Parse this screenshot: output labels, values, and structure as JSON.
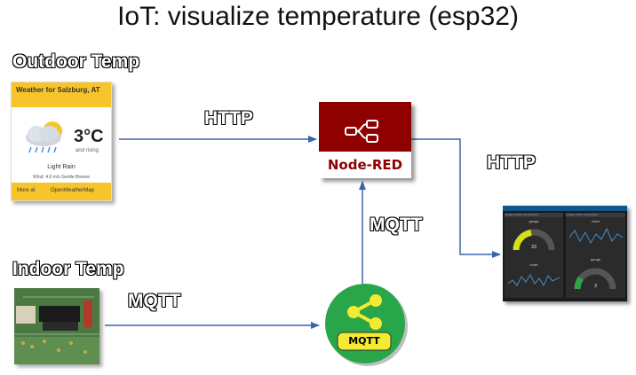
{
  "title": "IoT: visualize temperature (esp32)",
  "labels": {
    "outdoor": "Outdoor Temp",
    "indoor": "Indoor Temp",
    "http_top": "HTTP",
    "http_right": "HTTP",
    "mqtt_vertical": "MQTT",
    "mqtt_bottom": "MQTT"
  },
  "weather_card": {
    "header": "Weather for Salzburg, AT",
    "temperature": "3°C",
    "trend": "and rising",
    "condition": "Light Rain",
    "wind": "Wind: 4.6 m/s Gentle Breeze",
    "more_at": "More at",
    "provider": "OpenWeatherMap"
  },
  "nodered": {
    "name": "Node-RED"
  },
  "mqtt_logo": {
    "text": "MQTT"
  },
  "dashboard": {
    "tab1": "Garage outdoor temperature",
    "tab2": "Garage indoor temperature",
    "gauge_label": "gauge",
    "chart_label": "chart",
    "gauge1_value": "23",
    "gauge2_value": "3"
  },
  "colors": {
    "connector": "#3a63a8",
    "nodered_red": "#8f0000",
    "mqtt_green": "#2aa64a",
    "mqtt_yellow": "#f4ea32",
    "card_yellow": "#f7c52b"
  }
}
